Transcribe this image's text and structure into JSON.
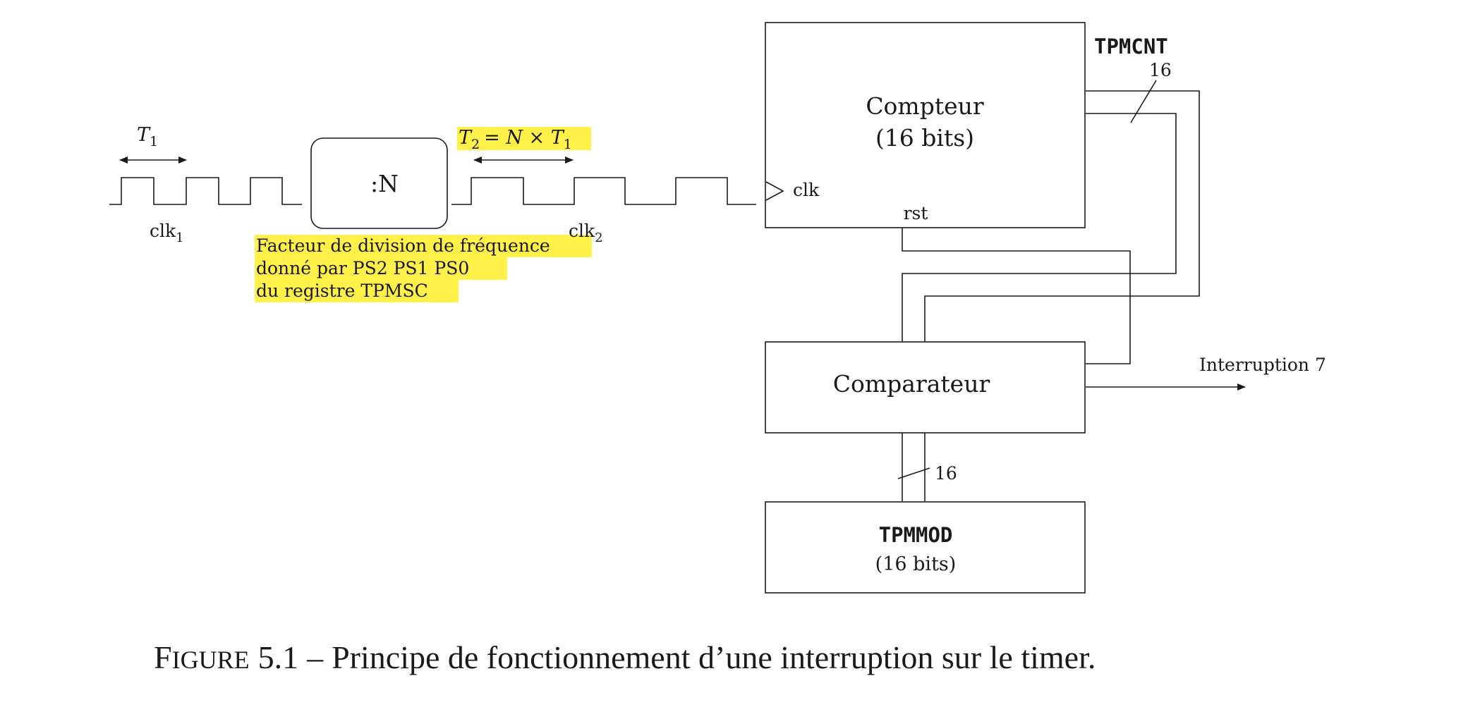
{
  "clk1": {
    "period_label_T": "T",
    "period_label_sub": "1",
    "label": "clk",
    "label_sub": "1"
  },
  "divider": {
    "label": ":N"
  },
  "clk2": {
    "period_T2": "T",
    "period_T2_sub": "2",
    "period_eq": "= ",
    "period_N": "N",
    "period_times": " × ",
    "period_T1": "T",
    "period_T1_sub": "1",
    "label": "clk",
    "label_sub": "2"
  },
  "divider_note": {
    "line1": "Facteur de division de fréquence",
    "line2": "donné par PS2 PS1 PS0",
    "line3": "du registre TPMSC"
  },
  "counter": {
    "title_line1": "Compteur",
    "title_line2": "(16 bits)",
    "clk_pin": "clk",
    "rst_pin": "rst",
    "register_name": "TPMCNT",
    "bus_width": "16"
  },
  "comparator": {
    "label": "Comparateur",
    "output_label": "Interruption 7"
  },
  "modulo": {
    "register_name": "TPMMOD",
    "subtitle": "(16 bits)",
    "bus_width": "16"
  },
  "caption": {
    "prefix_F": "F",
    "prefix_rest": "IGURE",
    "number": "5.1",
    "dash": "–",
    "text": "Principe de fonctionnement d’une interruption sur le timer."
  },
  "colors": {
    "highlight": "#fff04a",
    "stroke": "#1a1a1a",
    "text": "#1a1a1a"
  }
}
